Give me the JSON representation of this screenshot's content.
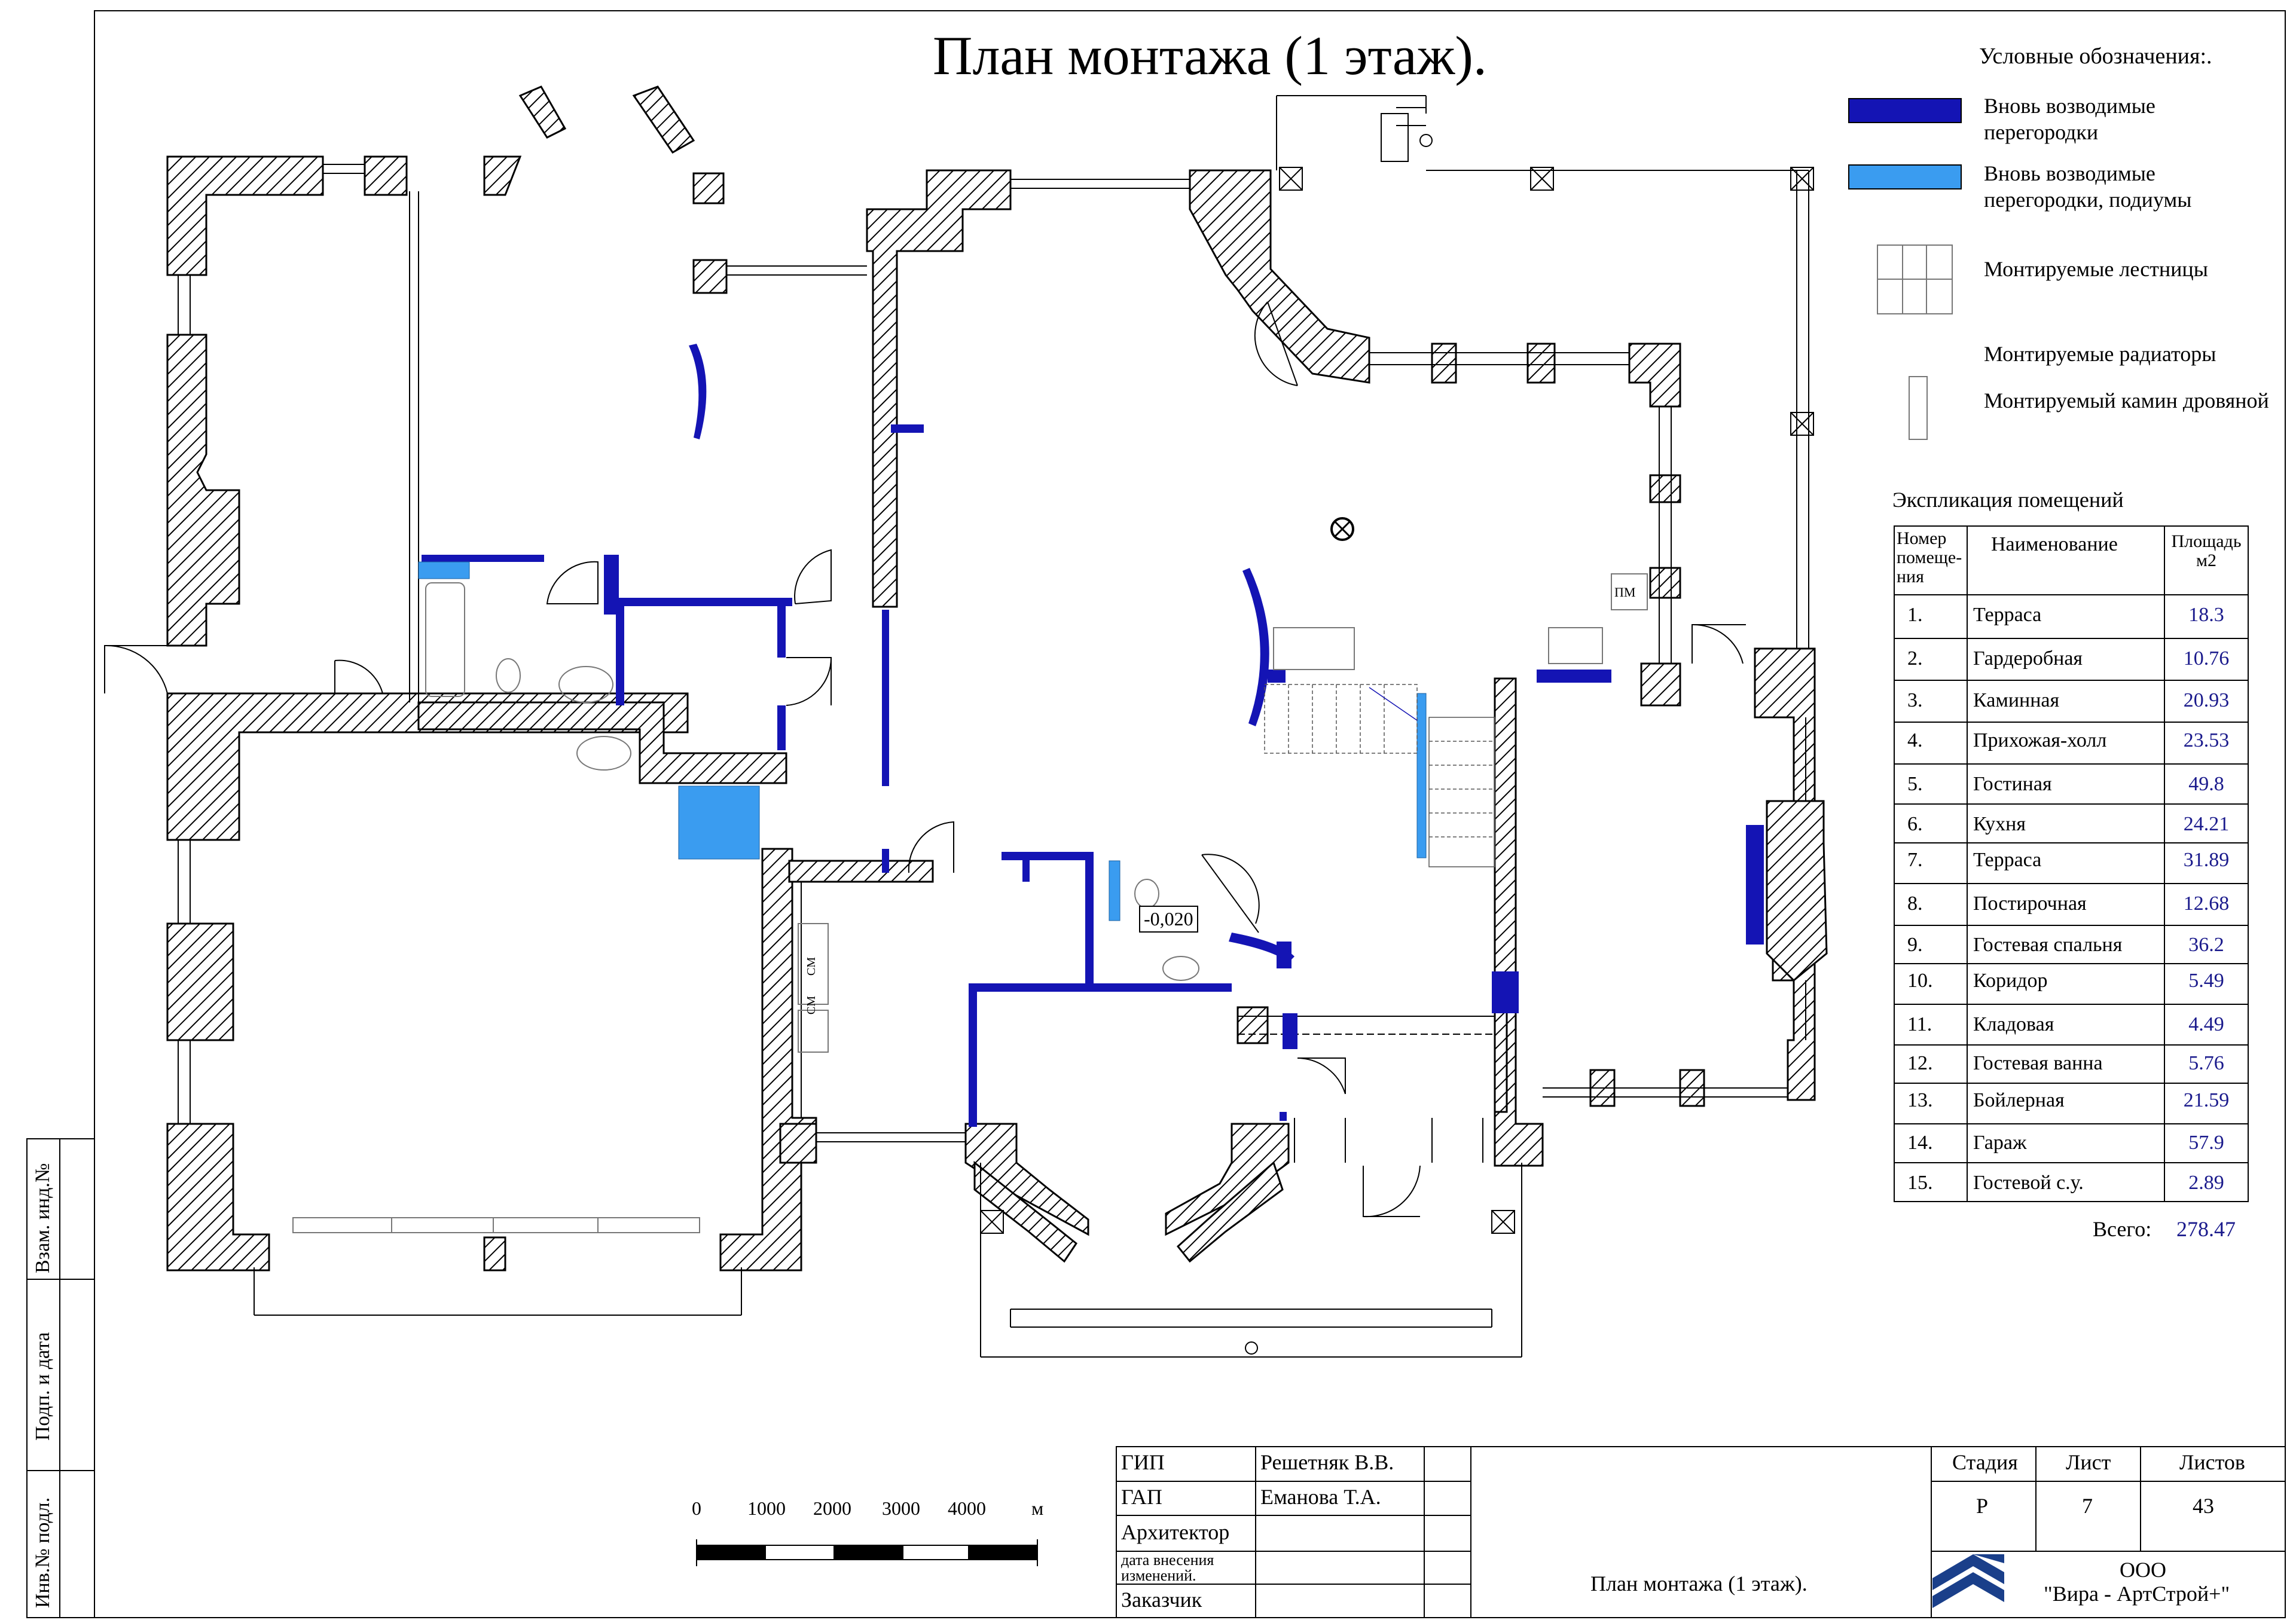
{
  "title": "План монтажа (1 этаж).",
  "legend": {
    "title": "Условные обозначения:.",
    "items": [
      {
        "label": "Вновь возводимые перегородки",
        "color": "#1414b4"
      },
      {
        "label": "Вновь возводимые перегородки, подиумы",
        "color": "#3a9cf0"
      },
      {
        "label": "Монтируемые лестницы",
        "icon": "stair-symbol-icon"
      },
      {
        "label": "Монтируемые радиаторы",
        "icon": "radiator-symbol-icon"
      },
      {
        "label": "Монтируемый камин дровяной",
        "icon": "fireplace-symbol-icon"
      }
    ]
  },
  "explication": {
    "title": "Экспликация  помещений",
    "headers": {
      "number": "Номер помеще-ния",
      "name": "Наименование",
      "area": "Площадь м2"
    },
    "rows": [
      {
        "n": "1.",
        "name": "Терраса",
        "area": "18.3"
      },
      {
        "n": "2.",
        "name": "Гардеробная",
        "area": "10.76"
      },
      {
        "n": "3.",
        "name": "Каминная",
        "area": "20.93"
      },
      {
        "n": "4.",
        "name": "Прихожая-холл",
        "area": "23.53"
      },
      {
        "n": "5.",
        "name": "Гостиная",
        "area": "49.8"
      },
      {
        "n": "6.",
        "name": "Кухня",
        "area": "24.21"
      },
      {
        "n": "7.",
        "name": "Терраса",
        "area": "31.89"
      },
      {
        "n": "8.",
        "name": "Постирочная",
        "area": "12.68"
      },
      {
        "n": "9.",
        "name": "Гостевая спальня",
        "area": "36.2"
      },
      {
        "n": "10.",
        "name": "Коридор",
        "area": "5.49"
      },
      {
        "n": "11.",
        "name": "Кладовая",
        "area": "4.49"
      },
      {
        "n": "12.",
        "name": "Гостевая ванна",
        "area": "5.76"
      },
      {
        "n": "13.",
        "name": "Бойлерная",
        "area": "21.59"
      },
      {
        "n": "14.",
        "name": "Гараж",
        "area": "57.9"
      },
      {
        "n": "15.",
        "name": "Гостевой с.у.",
        "area": "2.89"
      }
    ],
    "total_label": "Всего:",
    "total_value": "278.47"
  },
  "plan_labels": {
    "level_mark": "-0,020",
    "pm": "ПМ",
    "cm1": "СМ",
    "cm2": "СМ"
  },
  "scale": {
    "ticks": [
      "0",
      "1000",
      "2000",
      "3000",
      "4000"
    ],
    "unit": "м"
  },
  "side_stamp": [
    "Взам. инд.№",
    "Подп. и дата",
    "Инв.№ подл."
  ],
  "stamp": {
    "roles": [
      "ГИП",
      "ГАП",
      "Архитектор",
      "дата внесения изменений.",
      "Заказчик"
    ],
    "names": [
      "Решетняк В.В.",
      "Еманова Т.А."
    ],
    "drawing_title": "План монтажа (1 этаж).",
    "stage_label": "Стадия",
    "sheet_label": "Лист",
    "sheets_label": "Листов",
    "stage": "Р",
    "sheet": "7",
    "sheets": "43",
    "company_line1": "ООО",
    "company_line2": "\"Вира - АртСтрой+\""
  }
}
